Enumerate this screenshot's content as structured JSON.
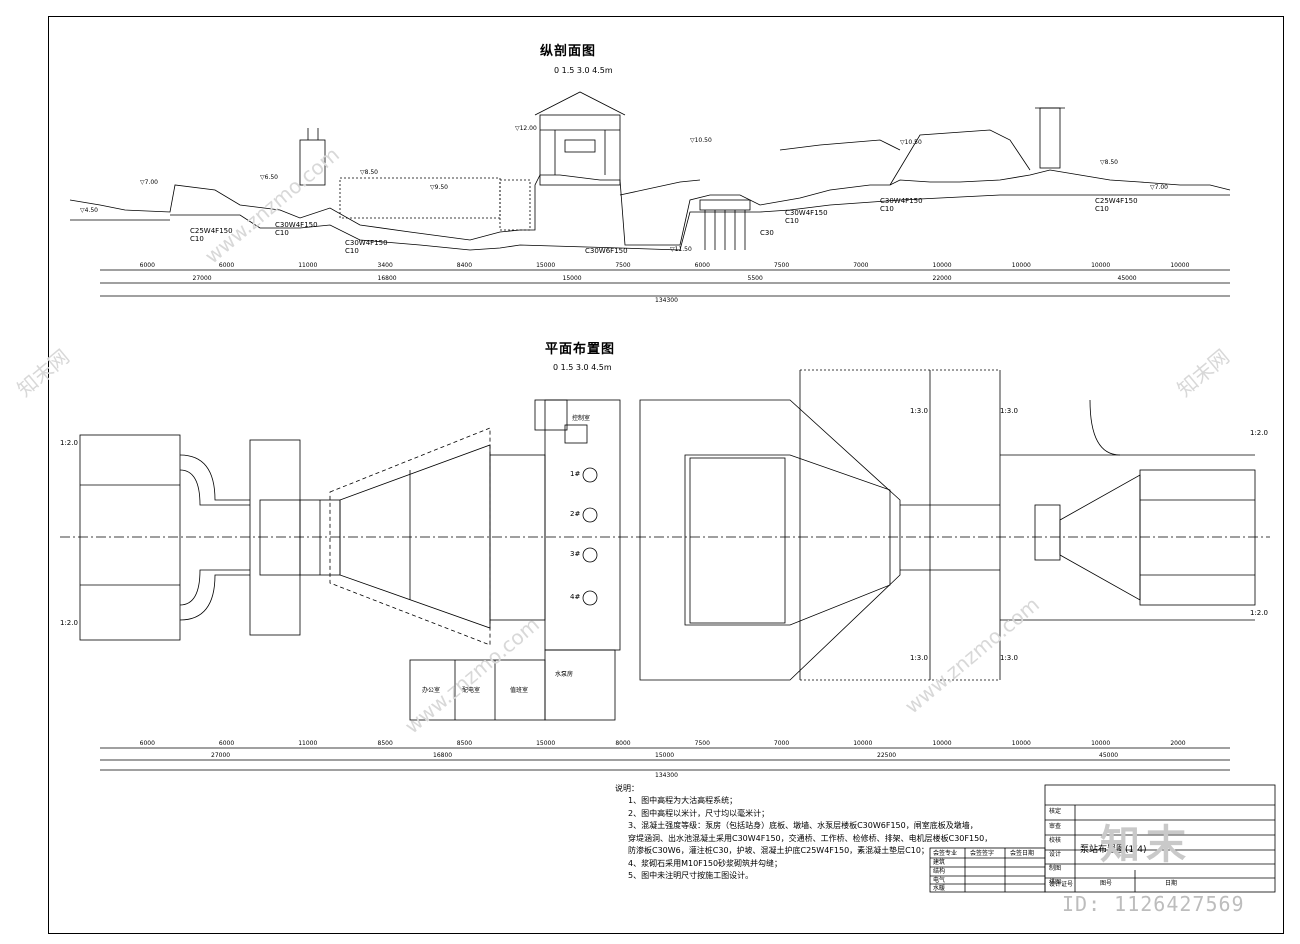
{
  "profile": {
    "title": "纵剖面图",
    "scale": "0  1.5 3.0 4.5m",
    "dims_row1": [
      "6000",
      "6000",
      "11000",
      "3400",
      "8400",
      "15000",
      "7500",
      "6000",
      "7500",
      "7000",
      "10000",
      "10000",
      "10000",
      "10000"
    ],
    "dims_row2": [
      "27000",
      "16800",
      "15000",
      "5500",
      "22000",
      "45000"
    ],
    "total": "134300",
    "materials": [
      "C25W4F150",
      "C10",
      "C30W4F150",
      "C10",
      "C30W4F150",
      "C10",
      "C30W6F150",
      "C30W4F150",
      "C10",
      "C30W4F150",
      "C10",
      "C25W4F150",
      "C10",
      "C30"
    ],
    "levels": [
      "▽7.00",
      "▽4.50",
      "▽6.50",
      "▽8.50",
      "▽9.50",
      "▽10.50",
      "▽12.00",
      "▽10.50",
      "▽8.50",
      "▽7.00",
      "▽11.50"
    ]
  },
  "plan": {
    "title": "平面布置图",
    "scale": "0  1.5 3.0 4.5m",
    "dims_row1": [
      "6000",
      "6000",
      "11000",
      "8500",
      "8500",
      "15000",
      "8000",
      "7500",
      "7000",
      "10000",
      "10000",
      "10000",
      "10000",
      "2000"
    ],
    "dims_row2": [
      "27000",
      "16800",
      "15000",
      "22500",
      "45000"
    ],
    "total": "134300",
    "slopes": [
      "1:2.0",
      "1:2.0",
      "1:3.0",
      "1:3.0",
      "1:3.0",
      "1:3.0",
      "1:2.0",
      "1:2.0"
    ],
    "pumps": [
      "1#",
      "2#",
      "3#",
      "4#"
    ],
    "rooms": [
      "控制室",
      "办公室",
      "配电室",
      "值班室",
      "水泵房"
    ]
  },
  "notes": {
    "heading": "说明：",
    "items": [
      "1、图中高程为大沽高程系统；",
      "2、图中高程以米计，尺寸均以毫米计；",
      "3、混凝土强度等级：泵房（包括站身）底板、墩墙、水泵层楼板C30W6F150，闸室底板及墩墙，",
      "穿堤涵洞、出水池混凝土采用C30W4F150，交通桥、工作桥、检修桥、排架、电机层楼板C30F150，",
      "防渗板C30W6，灌注桩C30，护坡、混凝土护底C25W4F150，素混凝土垫层C10；",
      "4、浆砌石采用M10F150砂浆砌筑并勾缝；",
      "5、图中未注明尺寸按施工图设计。"
    ]
  },
  "title_block": {
    "drawing_name": "泵站布置图(1/4)",
    "rows_left": [
      "核定",
      "审查",
      "校核",
      "设计",
      "制图",
      "描图",
      "设计证号"
    ],
    "rows_mid": [
      "图号",
      "日期"
    ],
    "small_table": [
      "会签专业",
      "会签签字",
      "会签日期",
      "建筑",
      "结构",
      "电气",
      "水暖"
    ]
  },
  "watermark": {
    "logo": "知末",
    "id": "ID: 1126427569",
    "site": "www.znzmo.com",
    "brand": "知末网"
  }
}
